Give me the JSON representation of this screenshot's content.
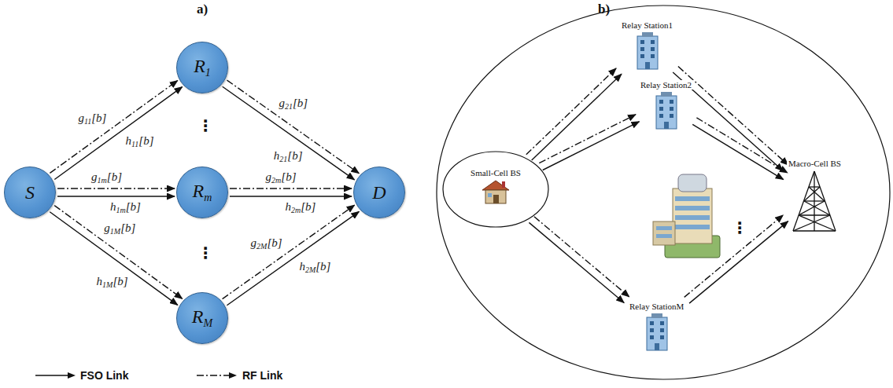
{
  "diagram": {
    "nodes": [
      {
        "text": [
          "S"
        ]
      },
      {
        "text": [
          "R1"
        ]
      },
      {
        "text": [
          "Rm"
        ]
      },
      {
        "text": [
          "RM"
        ]
      },
      {
        "text": [
          "D"
        ]
      },
      {
        "text": [
          "Small-Cell BS"
        ]
      },
      {
        "text": [
          "Relay Station1"
        ]
      },
      {
        "text": [
          "Relay Station2"
        ]
      },
      {
        "text": [
          "Relay StationM"
        ]
      },
      {
        "text": [
          "Macro-Cell BS"
        ]
      }
    ],
    "edges": [
      {
        "from": 0,
        "to": 1,
        "arrow": "to",
        "label": "g11[b]"
      },
      {
        "from": 0,
        "to": 1,
        "arrow": "to",
        "label": "h11[b]"
      },
      {
        "from": 0,
        "to": 2,
        "arrow": "to",
        "label": "g1m[b]"
      },
      {
        "from": 0,
        "to": 2,
        "arrow": "to",
        "label": "h1m[b]"
      },
      {
        "from": 0,
        "to": 3,
        "arrow": "to",
        "label": "g1M[b]"
      },
      {
        "from": 0,
        "to": 3,
        "arrow": "to",
        "label": "h1M[b]"
      },
      {
        "from": 1,
        "to": 4,
        "arrow": "to",
        "label": "g21[b]"
      },
      {
        "from": 1,
        "to": 4,
        "arrow": "to",
        "label": "h21[b]"
      },
      {
        "from": 2,
        "to": 4,
        "arrow": "to",
        "label": "g2m[b]"
      },
      {
        "from": 2,
        "to": 4,
        "arrow": "to",
        "label": "h2m[b]"
      },
      {
        "from": 3,
        "to": 4,
        "arrow": "to",
        "label": "g2M[b]"
      },
      {
        "from": 3,
        "to": 4,
        "arrow": "to",
        "label": "h2M[b]"
      },
      {
        "from": 5,
        "to": 6,
        "arrow": "to"
      },
      {
        "from": 5,
        "to": 6,
        "arrow": "to"
      },
      {
        "from": 5,
        "to": 7,
        "arrow": "to"
      },
      {
        "from": 5,
        "to": 7,
        "arrow": "to"
      },
      {
        "from": 5,
        "to": 8,
        "arrow": "to"
      },
      {
        "from": 5,
        "to": 8,
        "arrow": "to"
      },
      {
        "from": 6,
        "to": 9,
        "arrow": "to"
      },
      {
        "from": 6,
        "to": 9,
        "arrow": "to"
      },
      {
        "from": 7,
        "to": 9,
        "arrow": "to"
      },
      {
        "from": 7,
        "to": 9,
        "arrow": "to"
      },
      {
        "from": 8,
        "to": 9,
        "arrow": "to"
      },
      {
        "from": 8,
        "to": 9,
        "arrow": "to"
      }
    ],
    "labels": [
      "a)",
      "b)",
      "⋮",
      "⋮",
      "⋮"
    ],
    "legend": [
      {
        "text": "FSO Link"
      },
      {
        "text": "RF Link"
      }
    ]
  }
}
